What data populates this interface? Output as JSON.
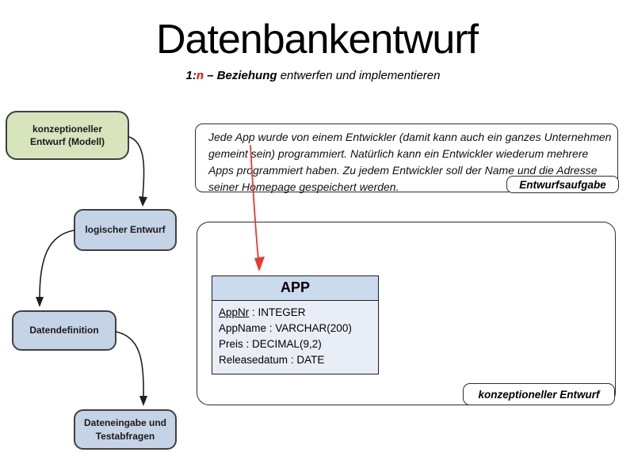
{
  "title": "Datenbankentwurf",
  "subtitle": {
    "prefix": "1:",
    "highlight": "n",
    "middle": " – Beziehung ",
    "suffix": "entwerfen und implementieren"
  },
  "flowchart": {
    "boxes": [
      {
        "label": "konzeptioneller Entwurf (Modell)"
      },
      {
        "label": "logischer Entwurf"
      },
      {
        "label": "Datendefinition"
      },
      {
        "label": "Dateneingabe und Testabfragen"
      }
    ]
  },
  "task_box": {
    "lines": [
      "Jede App wurde von einem Entwickler (damit kann auch ein ganzes Unternehmen",
      "gemeint sein) programmiert. Natürlich kann ein Entwickler wiederum mehrere",
      "Apps programmiert haben. Zu jedem Entwickler soll der Name und die Adresse",
      "seiner Homepage gespeichert werden."
    ],
    "tag": "Entwurfsaufgabe"
  },
  "design_frame": {
    "tag": "konzeptioneller Entwurf",
    "entity": {
      "title": "APP",
      "attributes": [
        {
          "name": "AppNr",
          "type": " : INTEGER"
        },
        {
          "name": "AppName",
          "type": " : VARCHAR(200)"
        },
        {
          "name": "Preis",
          "type": " : DECIMAL(9,2)"
        },
        {
          "name": "Releasedatum",
          "type": " : DATE"
        }
      ]
    }
  },
  "colors": {
    "background": "#ffffff",
    "title_color": "#000000",
    "subtitle_red": "#ff0000",
    "arrow_red": "#e8392f",
    "flow_green": "#d7e4bc",
    "flow_blue": "#c5d3e6",
    "flow_border": "#404040",
    "entity_header_bg": "#cbdbee",
    "entity_body_bg": "#e9eef6",
    "line_black": "#1f1f1f",
    "frame_border": "#2e2e2e"
  }
}
